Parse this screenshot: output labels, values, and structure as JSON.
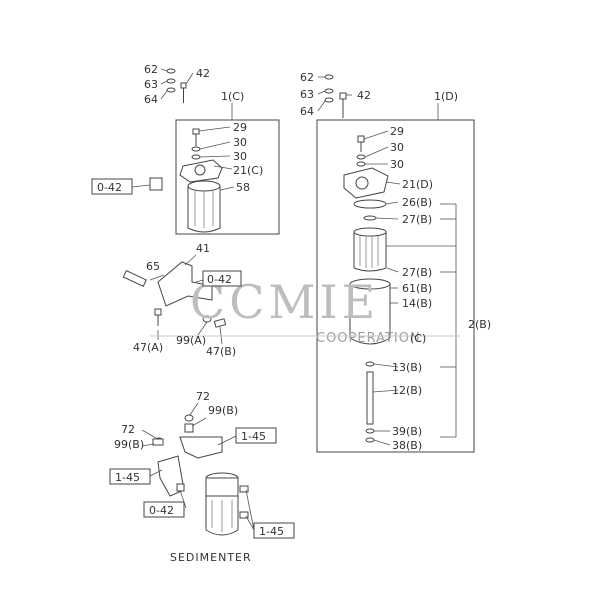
{
  "labels": {
    "l62a": "62",
    "l63a": "63",
    "l64a": "64",
    "l42a": "42",
    "l1c": "1(C)",
    "l29a": "29",
    "l30a": "30",
    "l30b": "30",
    "l21c": "21(C)",
    "l58": "58",
    "l41": "41",
    "l65": "65",
    "l47a": "47(A)",
    "l99a": "99(A)",
    "l47b": "47(B)",
    "l62b": "62",
    "l63b": "63",
    "l64b": "64",
    "l42b": "42",
    "l1d": "1(D)",
    "l29b": "29",
    "l30c": "30",
    "l30d": "30",
    "l21d": "21(D)",
    "l26b": "26(B)",
    "l27b1": "27(B)",
    "l27b2": "27(B)",
    "l61b": "61(B)",
    "l14b": "14(B)",
    "lsc": "(C)",
    "l2b": "2(B)",
    "l13b": "13(B)",
    "l12b": "12(B)",
    "l39b": "39(B)",
    "l38b": "38(B)",
    "l72a": "72",
    "l99b1": "99(B)",
    "l72b": "72",
    "l99b2": "99(B)"
  },
  "ref_boxes": {
    "b042a": "0-42",
    "b042b": "0-42",
    "b145a": "1-45",
    "b145b": "1-45",
    "b042c": "0-42",
    "b145c": "1-45"
  },
  "caption": "SEDIMENTER",
  "watermark": {
    "main": "CCMIE",
    "sub": "COOPERATION"
  }
}
